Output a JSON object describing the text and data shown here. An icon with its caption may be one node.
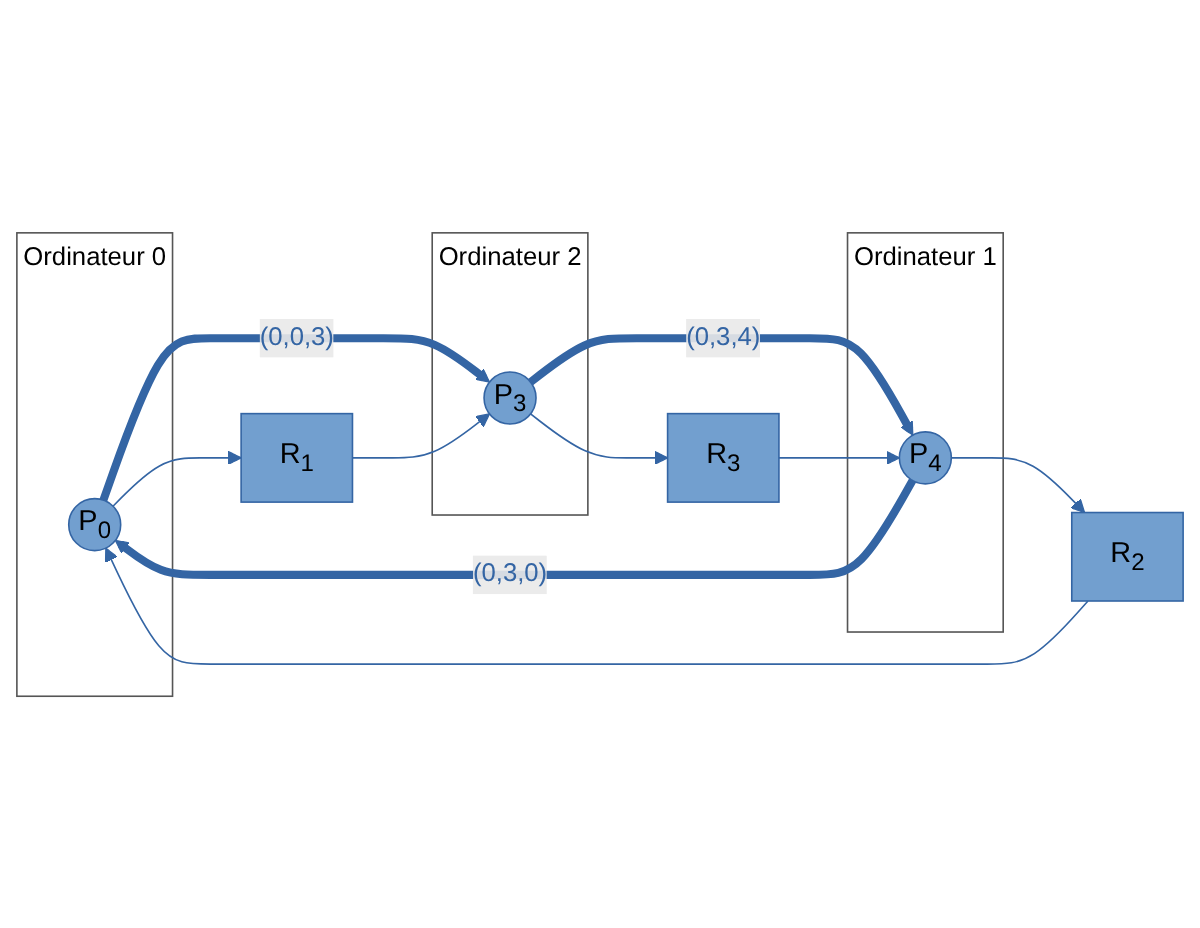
{
  "diagram": {
    "nodes": [
      {
        "text": [
          "Ordinateur 0"
        ]
      },
      {
        "text": [
          "P$_{0}$"
        ],
        "in": 0
      },
      {
        "text": [
          "R$_{2}$"
        ]
      },
      {
        "text": [
          "Ordinateur 1"
        ]
      },
      {
        "text": [
          "P$_{4}$"
        ],
        "in": 3
      },
      {
        "text": [
          "R$_{1}$"
        ]
      },
      {
        "text": [
          "R$_{3}$"
        ]
      },
      {
        "text": [
          "Ordinateur 2"
        ]
      },
      {
        "text": [
          "P$_{3}$"
        ],
        "in": 7
      }
    ],
    "edges": [
      {
        "from": 4,
        "to": 1,
        "arrow": "to",
        "label": "(0,3,0)",
        "style": "thick"
      },
      {
        "from": 1,
        "to": 8,
        "arrow": "to",
        "label": "(0,0,3)",
        "style": "thick"
      },
      {
        "from": 8,
        "to": 4,
        "arrow": "to",
        "label": "(0,3,4)",
        "style": "thick"
      },
      {
        "from": 4,
        "to": 2,
        "arrow": "to"
      },
      {
        "from": 2,
        "to": 1,
        "arrow": "to"
      },
      {
        "from": 1,
        "to": 5,
        "arrow": "to"
      },
      {
        "from": 5,
        "to": 8,
        "arrow": "to"
      },
      {
        "from": 8,
        "to": 6,
        "arrow": "to"
      },
      {
        "from": 6,
        "to": 4,
        "arrow": "to"
      }
    ]
  }
}
